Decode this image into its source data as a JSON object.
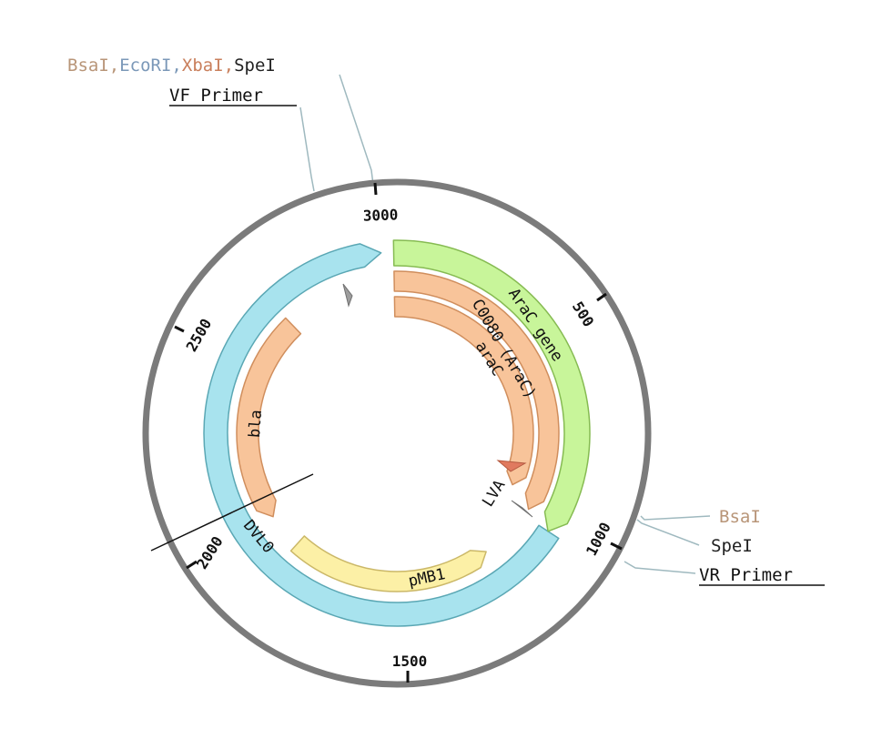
{
  "plasmid_map": {
    "ticks": [
      "3000",
      "500",
      "1000",
      "1500",
      "2000",
      "2500"
    ],
    "top_sites": [
      {
        "text": "BsaI",
        "color": "#b89578"
      },
      {
        "text": ",",
        "color": "#b89578"
      },
      {
        "text": "EcoRI",
        "color": "#7b98b8"
      },
      {
        "text": ",",
        "color": "#7b98b8"
      },
      {
        "text": "XbaI",
        "color": "#c97f5c"
      },
      {
        "text": ",",
        "color": "#c97f5c"
      },
      {
        "text": "SpeI",
        "color": "#222222"
      }
    ],
    "top_primer": "VF Primer",
    "right_site_1": {
      "text": "BsaI",
      "color": "#b89578"
    },
    "right_site_2": {
      "text": "SpeI",
      "color": "#222222"
    },
    "right_primer": "VR Primer",
    "features": {
      "arac_gene": {
        "label": "AraC gene",
        "fill": "#c8f59a",
        "stroke": "#86bb52"
      },
      "c0080": {
        "label": "C0080 (AraC)",
        "fill": "#f8c49a",
        "stroke": "#d08e5d"
      },
      "arac": {
        "label": "araC",
        "fill": "#f8c49a",
        "stroke": "#d08e5d"
      },
      "bla": {
        "label": "bla",
        "fill": "#f8c49a",
        "stroke": "#d08e5d"
      },
      "dvl0": {
        "label": "DVL0",
        "fill": "#a8e3ee",
        "stroke": "#5aa7b4"
      },
      "pmb1": {
        "label": "pMB1",
        "fill": "#fcf0a6",
        "stroke": "#cbb868"
      },
      "lva": {
        "label": "LVA"
      }
    },
    "colors": {
      "backbone": "#7b7b7b",
      "leader": "#9fb9bf",
      "terminator": "#9d9d9d",
      "promoter": "#e07a5f"
    }
  }
}
